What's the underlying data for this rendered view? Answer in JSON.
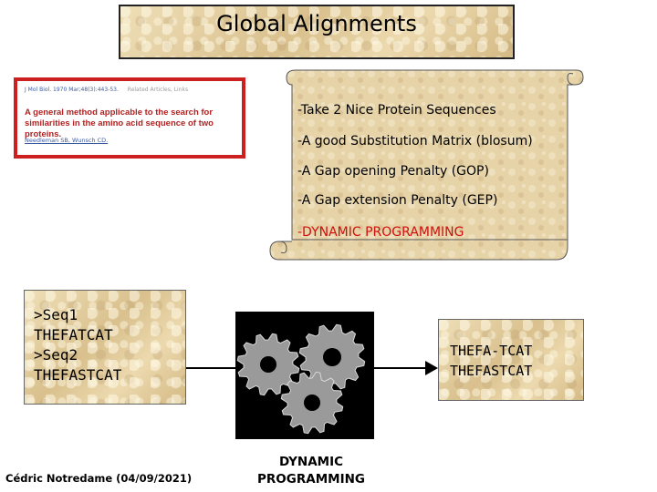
{
  "slide": {
    "title": "Global Alignments",
    "paper_clip": {
      "reference": "J Mol Biol. 1970 Mar;48(3):443-53.",
      "pubmed_link": "Related Articles, Links",
      "title": "A general method applicable to the search for similarities in the amino acid sequence of two proteins.",
      "authors": "Needleman SB, Wunsch CD."
    },
    "scroll_items": [
      "-Take 2 Nice Protein Sequences",
      "-A good Substitution Matrix (blosum)",
      "-A Gap opening Penalty (GOP)",
      "-A Gap extension Penalty (GEP)",
      "-DYNAMIC PROGRAMMING"
    ],
    "input_sequences": [
      ">Seq1",
      "THEFATCAT",
      ">Seq2",
      "THEFASTCAT"
    ],
    "output_alignment": [
      "THEFA-TCAT",
      "THEFASTCAT"
    ],
    "gear_label": [
      "DYNAMIC",
      "PROGRAMMING"
    ],
    "credit": "Cédric Notredame (04/09/2021)",
    "colors": {
      "highlight_red": "#d01010",
      "frame_red": "#cc2020",
      "gear_gray": "#9a9a9a"
    },
    "icons": {
      "gear_panel": "gears-icon",
      "arrow": "right-arrow-icon"
    }
  }
}
